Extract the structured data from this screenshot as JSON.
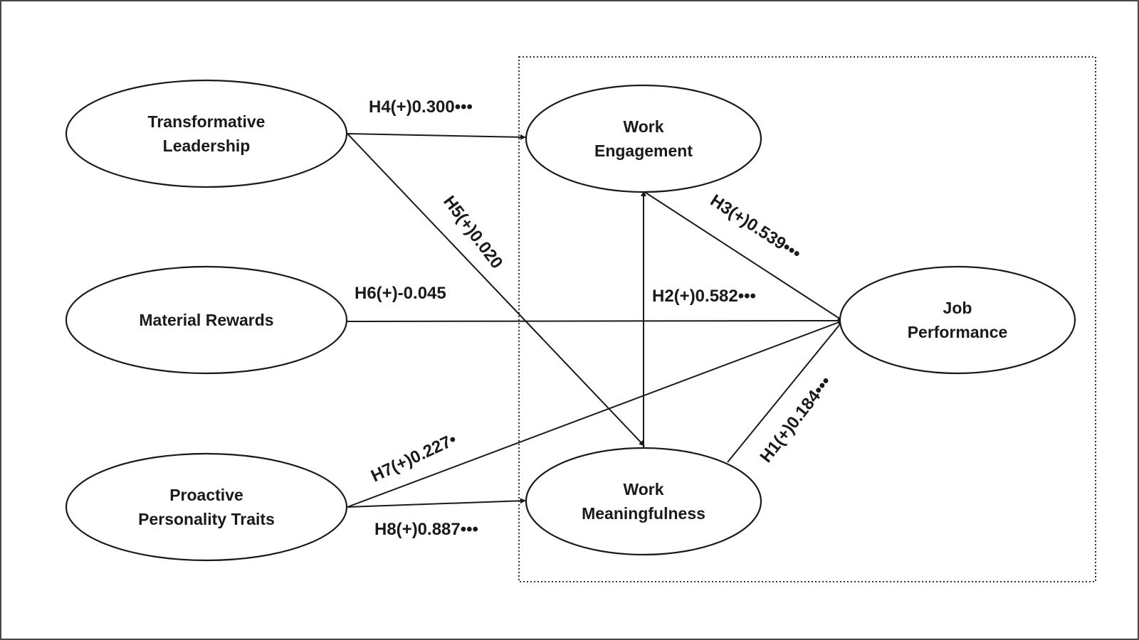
{
  "nodes": [
    {
      "id": "transformative-leadership",
      "lines": [
        "Transformative",
        "Leadership"
      ]
    },
    {
      "id": "material-rewards",
      "lines": [
        "Material Rewards"
      ]
    },
    {
      "id": "proactive-personality-traits",
      "lines": [
        "Proactive",
        "Personality Traits"
      ]
    },
    {
      "id": "work-engagement",
      "lines": [
        "Work",
        "Engagement"
      ]
    },
    {
      "id": "work-meaningfulness",
      "lines": [
        "Work",
        "Meaningfulness"
      ]
    },
    {
      "id": "job-performance",
      "lines": [
        "Job",
        "Performance"
      ]
    }
  ],
  "edges": [
    {
      "id": "h4",
      "from": "transformative-leadership",
      "to": "work-engagement",
      "label": "H4(+)0.300•••"
    },
    {
      "id": "h5",
      "from": "transformative-leadership",
      "to": "work-meaningfulness",
      "label": "H5(+)0.020"
    },
    {
      "id": "h6",
      "from": "material-rewards",
      "to": "job-performance",
      "label": "H6(+)-0.045"
    },
    {
      "id": "h7",
      "from": "proactive-personality-traits",
      "to": "job-performance",
      "label": "H7(+)0.227•"
    },
    {
      "id": "h8",
      "from": "proactive-personality-traits",
      "to": "work-meaningfulness",
      "label": "H8(+)0.887•••"
    },
    {
      "id": "h2",
      "from": "work-meaningfulness",
      "to": "work-engagement",
      "label": "H2(+)0.582•••"
    },
    {
      "id": "h3",
      "from": "work-engagement",
      "to": "job-performance",
      "label": "H3(+)0.539•••"
    },
    {
      "id": "h1",
      "from": "work-meaningfulness",
      "to": "job-performance",
      "label": "H1(+)0.184•••"
    }
  ]
}
